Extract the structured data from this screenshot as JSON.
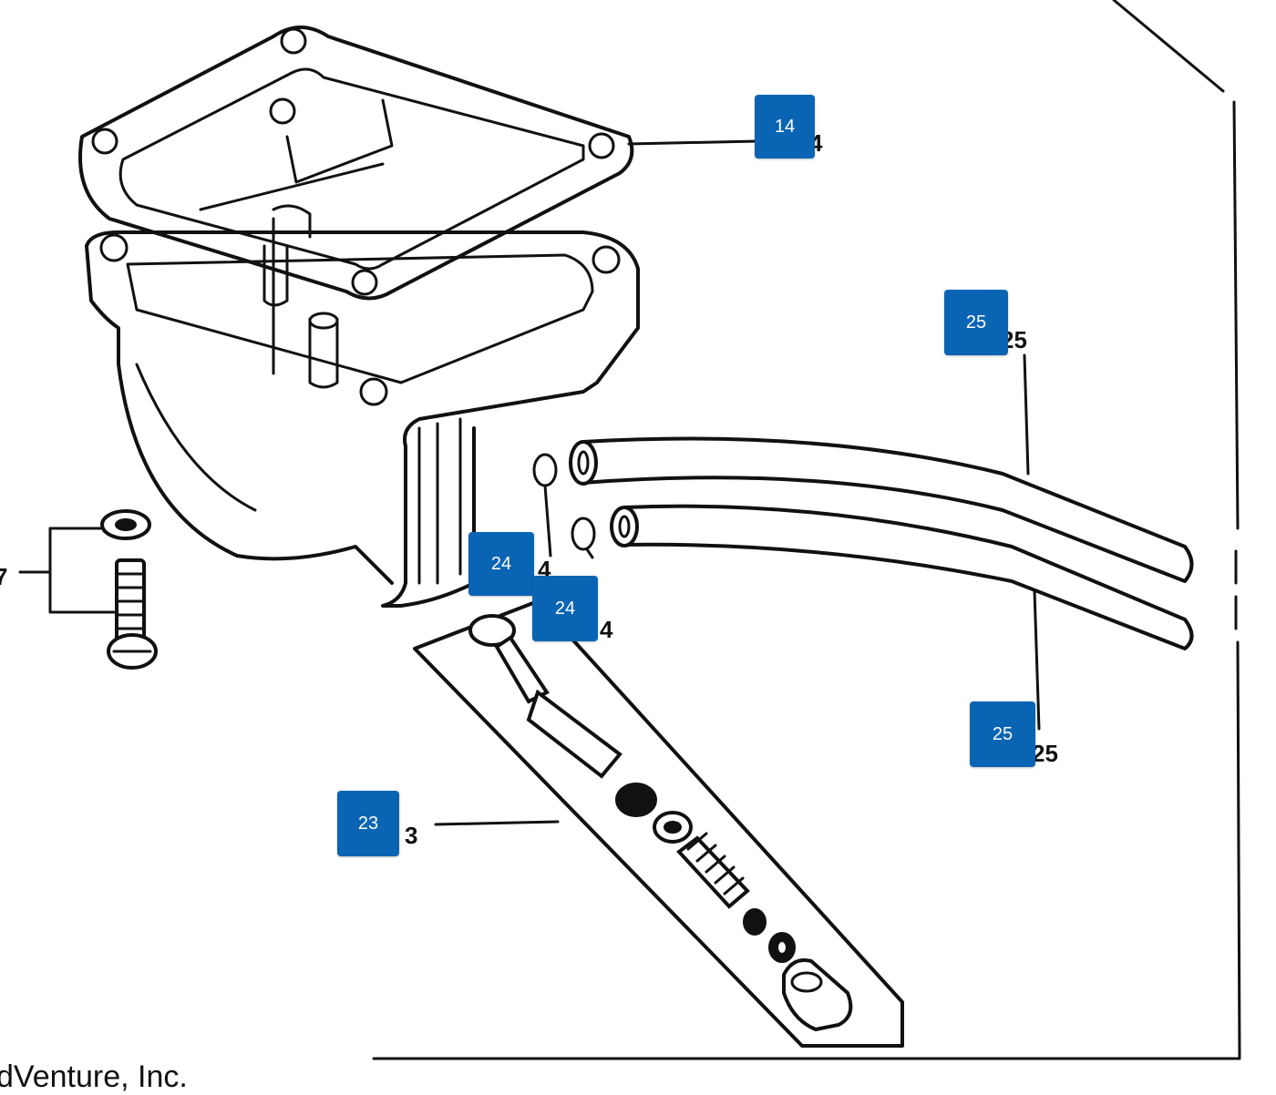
{
  "colors": {
    "hotspot_bg": "#0a64b4",
    "hotspot_text": "#ffffff",
    "ink": "#111111"
  },
  "hotspots": [
    {
      "id": "hotspot-14",
      "label": "14"
    },
    {
      "id": "hotspot-25-top",
      "label": "25"
    },
    {
      "id": "hotspot-24-upper",
      "label": "24"
    },
    {
      "id": "hotspot-24-lower",
      "label": "24"
    },
    {
      "id": "hotspot-25-bottom",
      "label": "25"
    },
    {
      "id": "hotspot-23",
      "label": "23"
    }
  ],
  "printed_callouts": {
    "c25_top": "25",
    "c25_bottom": "25",
    "c24": "4",
    "c24_upper": "4",
    "c23": "3",
    "c14": "4",
    "c7": "7"
  },
  "footer": {
    "copyright": "dVenture, Inc."
  }
}
